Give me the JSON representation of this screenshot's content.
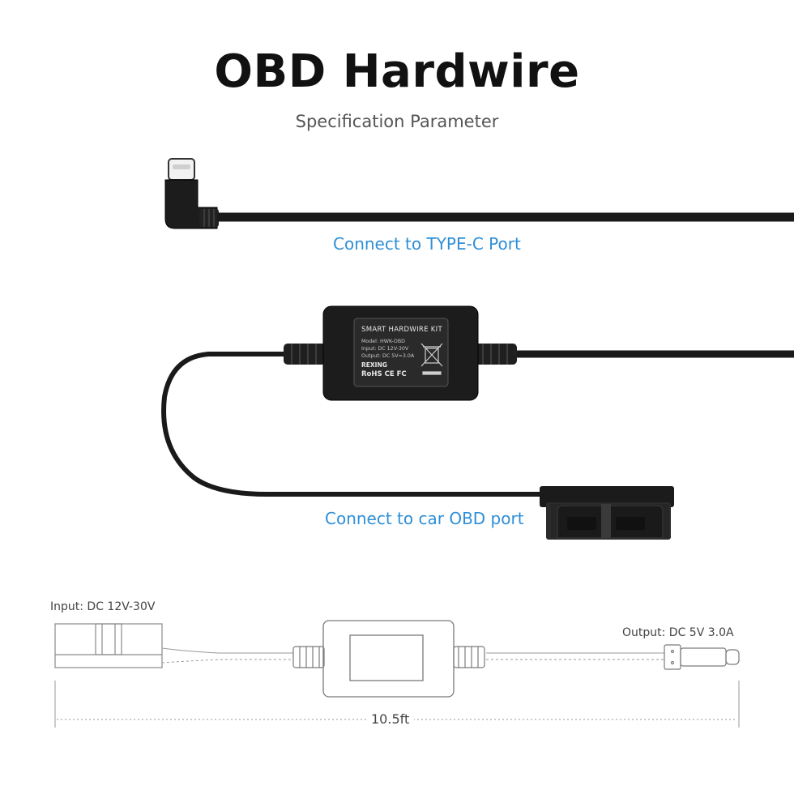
{
  "header": {
    "title": "OBD Hardwire",
    "subtitle": "Specification Parameter"
  },
  "captions": {
    "typec": "Connect to TYPE-C Port",
    "obd": "Connect to car OBD port"
  },
  "module_label": {
    "name": "SMART HARDWIRE KIT",
    "model": "Model: HWK-OBD",
    "input": "Input: DC 12V-30V",
    "output": "Output: DC 5V=3.0A",
    "brand": "REXING",
    "certs": "RoHS CE FC"
  },
  "diagram": {
    "input": "Input: DC 12V-30V",
    "output": "Output: DC 5V 3.0A",
    "length": "10.5ft"
  },
  "colors": {
    "caption": "#2e8fd6",
    "title": "#111111",
    "cable": "#1a1a1a"
  }
}
